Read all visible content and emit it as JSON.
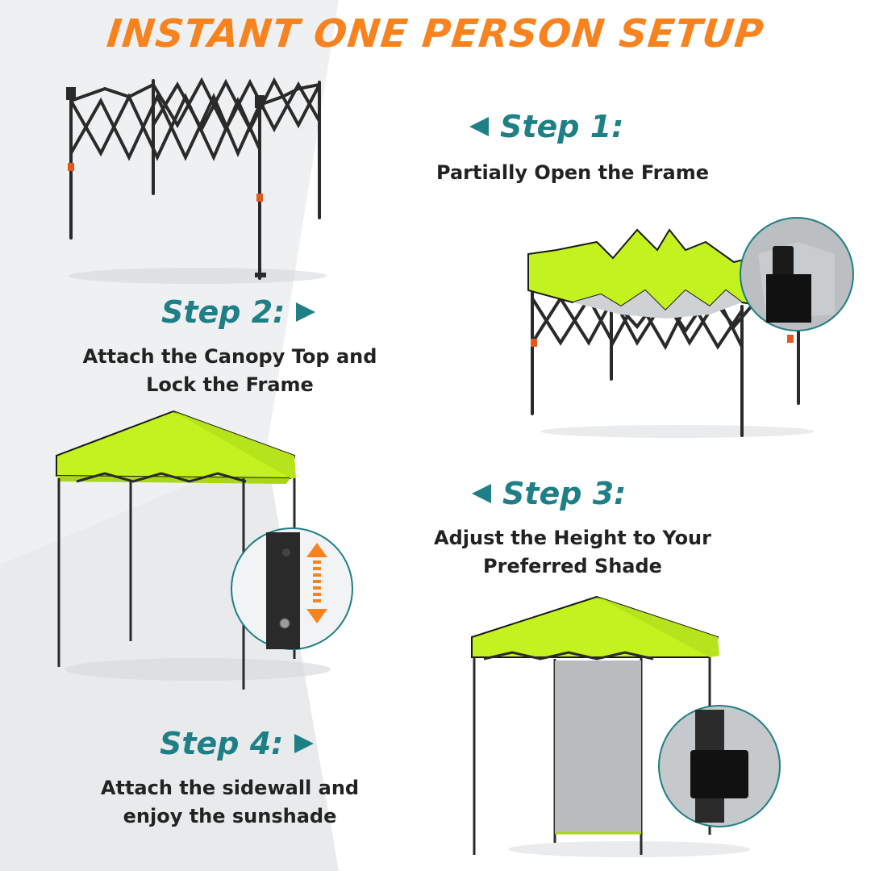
{
  "title": "INSTANT ONE PERSON SETUP",
  "colors": {
    "title": "#f7821e",
    "step_heading": "#1e7f86",
    "canopy": "#c3f21e",
    "frame": "#2a2a2a"
  },
  "steps": [
    {
      "heading": "Step 1:",
      "arrow": "triangle-left-icon",
      "desc_lines": [
        "Partially Open the Frame"
      ]
    },
    {
      "heading": "Step 2:",
      "arrow": "triangle-right-icon",
      "desc_lines": [
        "Attach the Canopy Top and",
        "Lock the Frame"
      ]
    },
    {
      "heading": "Step 3:",
      "arrow": "triangle-left-icon",
      "desc_lines": [
        "Adjust the Height to Your",
        "Preferred Shade"
      ]
    },
    {
      "heading": "Step 4:",
      "arrow": "triangle-right-icon",
      "desc_lines": [
        "Attach the sidewall and",
        "enjoy the sunshade"
      ]
    }
  ]
}
